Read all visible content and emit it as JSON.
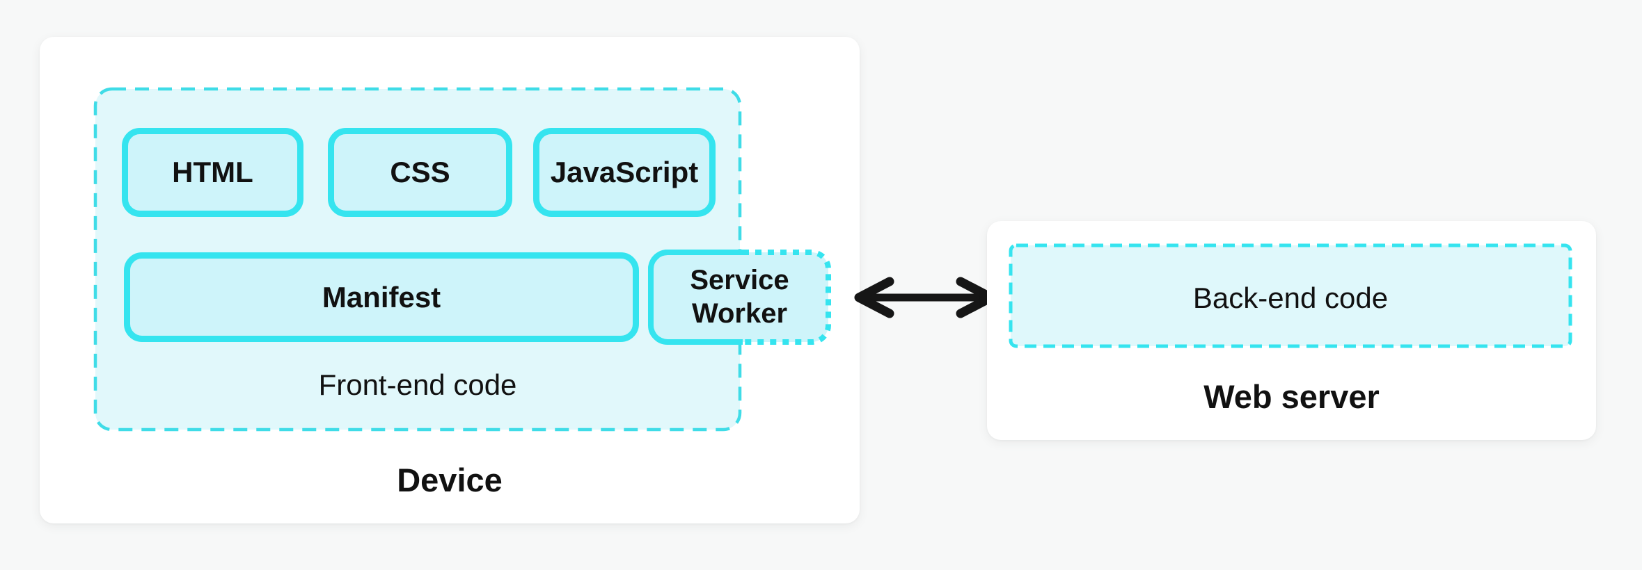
{
  "diagram": {
    "title_hint": "Progressive web app front-end / back-end architecture",
    "device": {
      "label": "Device",
      "frontend": {
        "label": "Front-end code",
        "components": {
          "html": {
            "label": "HTML"
          },
          "css": {
            "label": "CSS"
          },
          "javascript": {
            "label": "JavaScript"
          },
          "manifest": {
            "label": "Manifest"
          },
          "service_worker": {
            "label": "Service Worker"
          }
        }
      }
    },
    "web_server": {
      "label": "Web server",
      "backend": {
        "label": "Back-end code"
      }
    },
    "arrow": {
      "icon": "double-headed-horizontal-arrow",
      "meaning": "bidirectional communication between service worker and web server"
    },
    "colors": {
      "accent_cyan": "#35e4ef",
      "dashed_cyan": "#3fdce7",
      "container_fill": "#e1f8fb",
      "box_fill": "#cef4fa",
      "backend_fill": "#dff8fb",
      "arrow_black": "#161616",
      "text_dark": "#111111",
      "page_bg": "#f7f8f8",
      "card_white": "#ffffff"
    }
  }
}
